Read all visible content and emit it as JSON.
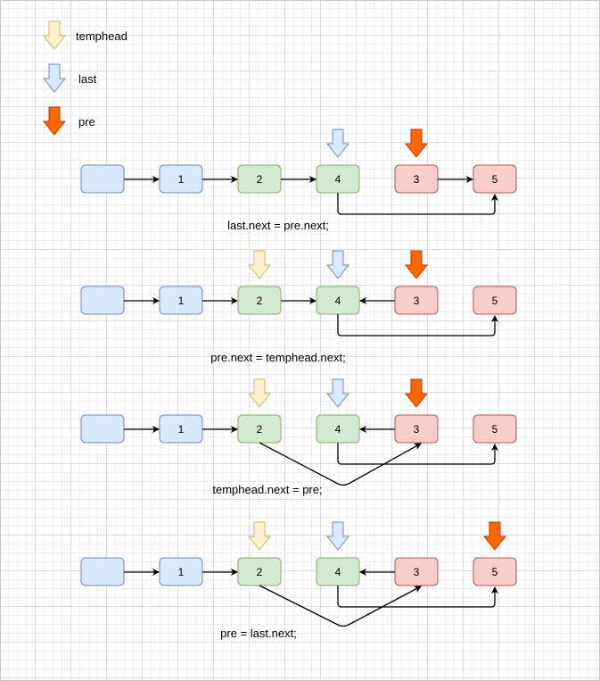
{
  "legend": {
    "temphead_label": "temphead",
    "last_label": "last",
    "pre_label": "pre"
  },
  "colors": {
    "blue_fill": "#dae8fc",
    "blue_stroke": "#6c8ebf",
    "green_fill": "#d5e8d4",
    "green_stroke": "#82b366",
    "red_fill": "#f8cecc",
    "red_stroke": "#b85450",
    "arrow_temphead_fill": "#fff2cc",
    "arrow_temphead_stroke": "#d6b656",
    "arrow_last_fill": "#dae8fc",
    "arrow_last_stroke": "#6c8ebf",
    "arrow_pre_fill": "#fa6800",
    "arrow_pre_stroke": "#c73500"
  },
  "steps": [
    {
      "caption": "last.next = pre.next;",
      "nodes": [
        "",
        "1",
        "2",
        "4",
        "3",
        "5"
      ],
      "pointers": {
        "temphead": null,
        "last": "4",
        "pre": "3"
      }
    },
    {
      "caption": "pre.next = temphead.next;",
      "nodes": [
        "",
        "1",
        "2",
        "4",
        "3",
        "5"
      ],
      "pointers": {
        "temphead": "2",
        "last": "4",
        "pre": "3"
      }
    },
    {
      "caption": "temphead.next = pre;",
      "nodes": [
        "",
        "1",
        "2",
        "4",
        "3",
        "5"
      ],
      "pointers": {
        "temphead": "2",
        "last": "4",
        "pre": "3"
      }
    },
    {
      "caption": "pre = last.next;",
      "nodes": [
        "",
        "1",
        "2",
        "4",
        "3",
        "5"
      ],
      "pointers": {
        "temphead": "2",
        "last": "4",
        "pre": "5"
      }
    }
  ]
}
